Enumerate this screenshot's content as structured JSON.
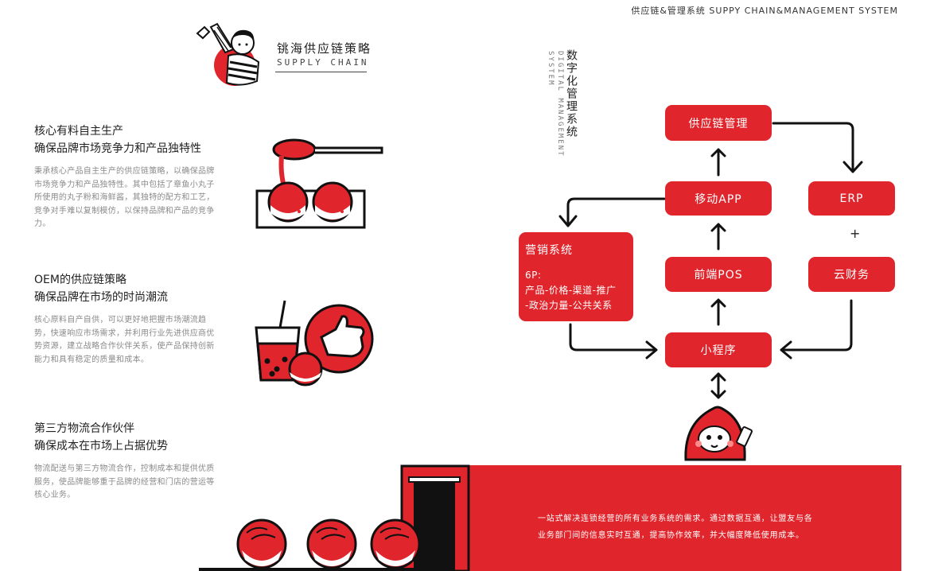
{
  "header": {
    "text": "供应链&管理系统   SUPPY CHAIN&MANAGEMENT SYSTEM"
  },
  "brand": {
    "title": "铫海供应链策略",
    "subtitle": "SUPPLY CHAIN"
  },
  "sections": [
    {
      "title1": "核心有料自主生产",
      "title2": "确保品牌市场竞争力和产品独特性",
      "body": "秉承核心产品自主生产的供应链策略，以确保品牌市场竞争力和产品独特性。其中包括了章鱼小丸子所使用的丸子粉和海鲜酱，其独特的配方和工艺，竞争对手难以复制模仿，以保持品牌和产品的竞争力。"
    },
    {
      "title1": "OEM的供应链策略",
      "title2": "确保品牌在市场的时尚潮流",
      "body": "核心原料自产自供，可以更好地把握市场潮流趋势，快速响应市场需求，并利用行业先进供应商优势资源，建立战略合作伙伴关系，使产品保持创新能力和具有稳定的质量和成本。"
    },
    {
      "title1": "第三方物流合作伙伴",
      "title2": "确保成本在市场上占据优势",
      "body": "物流配送与第三方物流合作，控制成本和提供优质服务，使品牌能够重于品牌的经营和门店的营运等核心业务。"
    }
  ],
  "diagram": {
    "vertical_cn": "数字化管理系统",
    "vertical_en_1": "DIGITAL MANAGEMENT",
    "vertical_en_2": "SYSTEM",
    "nodes": {
      "scm": "供应链管理",
      "app": "移动APP",
      "erp": "ERP",
      "pos": "前端POS",
      "finance": "云财务",
      "miniprogram": "小程序"
    },
    "plus": "+",
    "marketing": {
      "title": "营销系统",
      "line1": "6P:",
      "line2": "产品-价格-渠道-推广",
      "line3": "-政治力量-公共关系"
    }
  },
  "banner": {
    "line1": "一站式解决连锁经营的所有业务系统的需求。通过数据互通，让盟友与各",
    "line2": "业务部门间的信息实时互通，提高协作效率，并大幅度降低使用成本。"
  },
  "colors": {
    "accent": "#e0262c",
    "text": "#222222",
    "muted": "#8a8a8a"
  },
  "icons": [
    "mascot-logo-icon",
    "ladle-takoyaki-icon",
    "bubble-tea-thumbs-up-icon",
    "mascot-phone-icon",
    "takoyaki-icon",
    "arrow-icon"
  ]
}
